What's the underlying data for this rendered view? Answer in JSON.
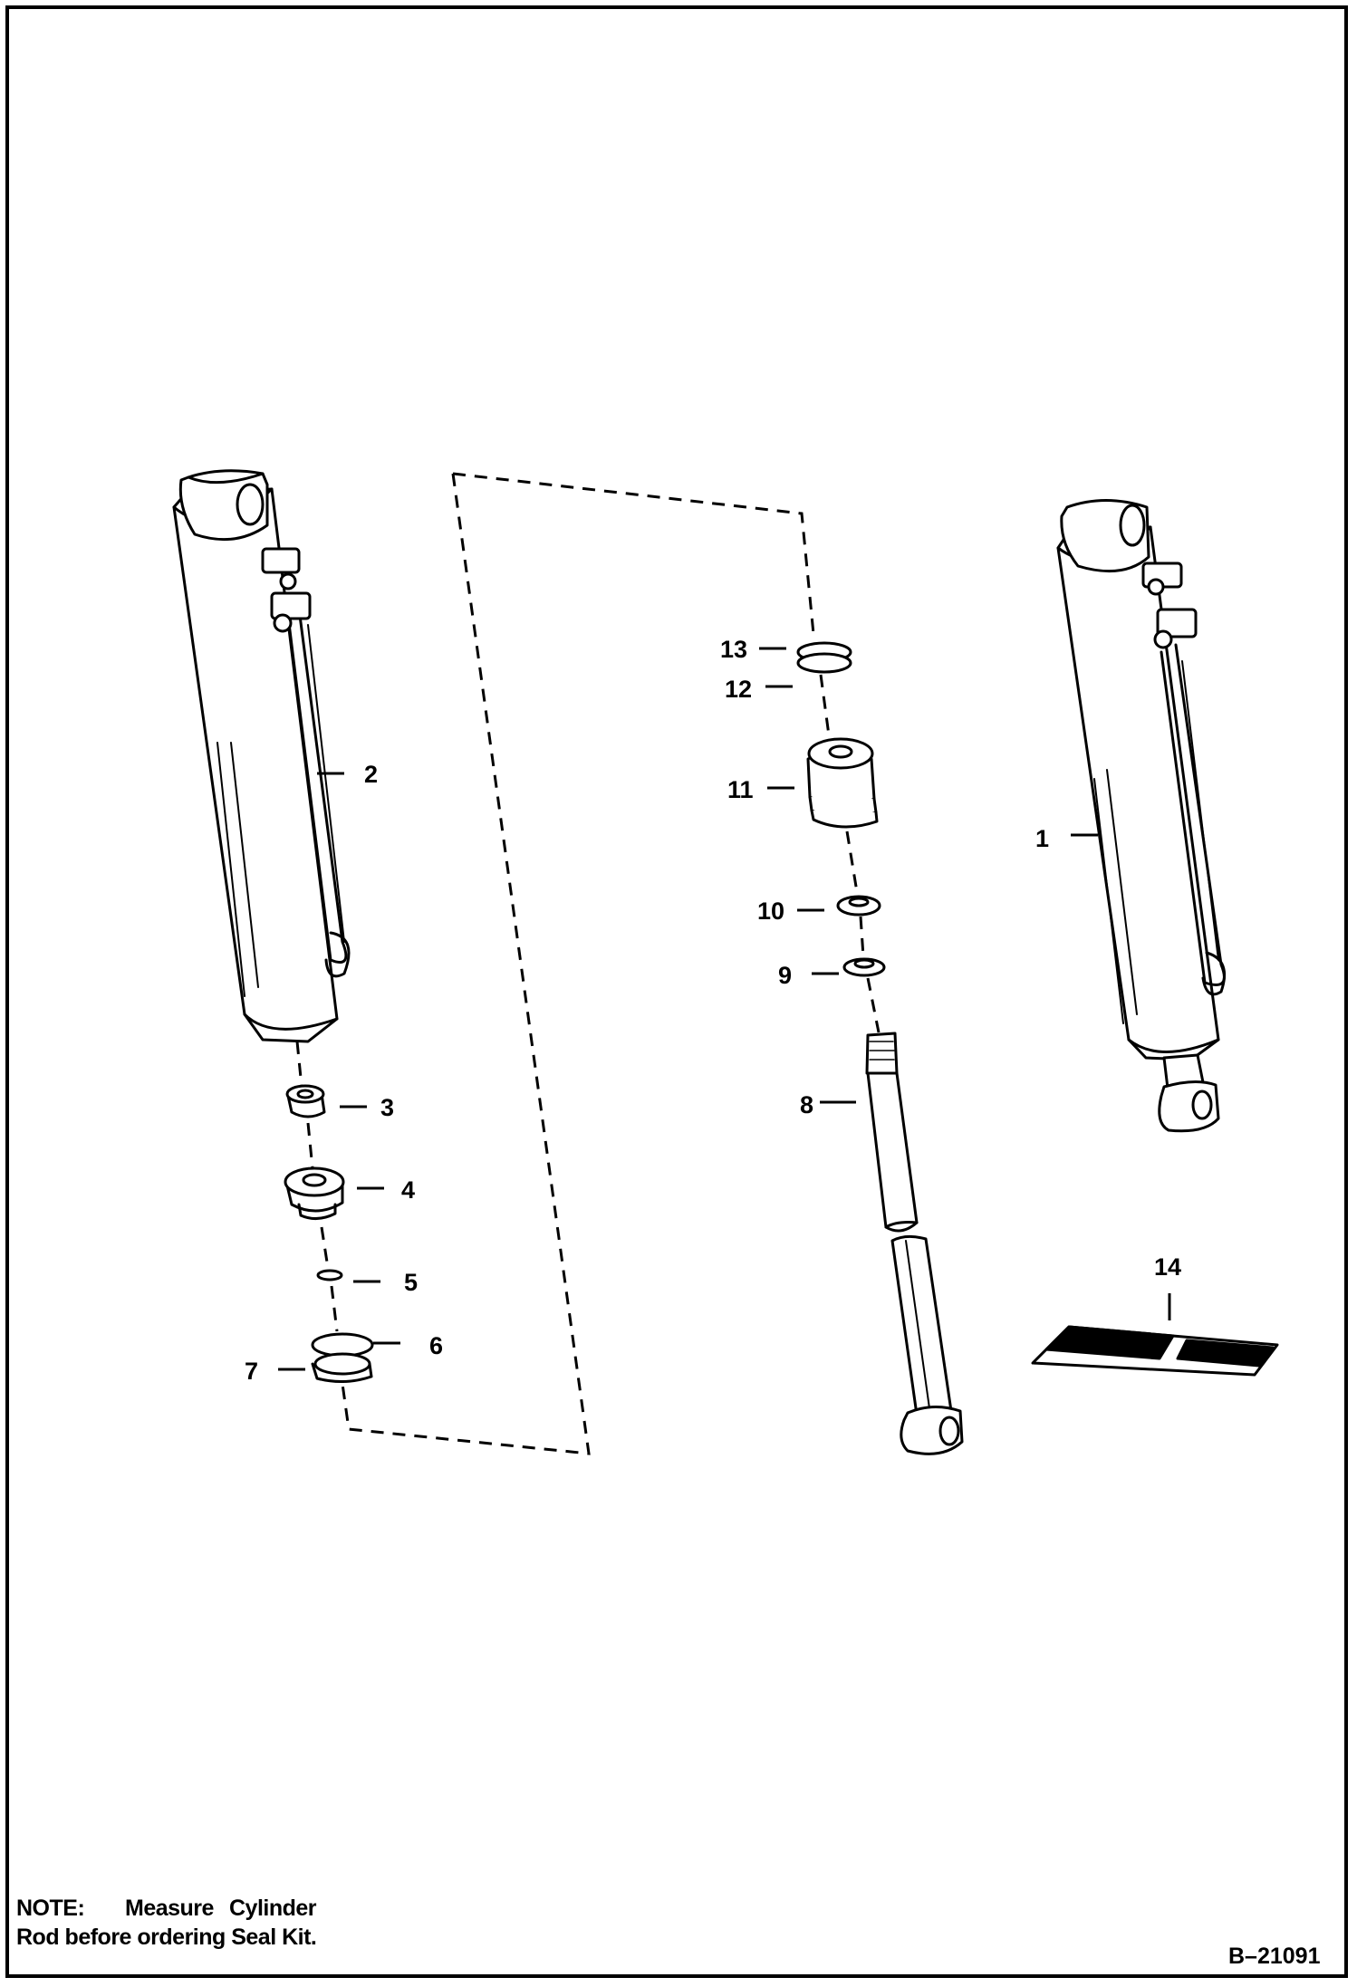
{
  "callouts": {
    "c1": "1",
    "c2": "2",
    "c3": "3",
    "c4": "4",
    "c5": "5",
    "c6": "6",
    "c7": "7",
    "c8": "8",
    "c9": "9",
    "c10": "10",
    "c11": "11",
    "c12": "12",
    "c13": "13",
    "c14": "14"
  },
  "note": {
    "label": "NOTE:",
    "word1": "Measure",
    "word2": "Cylinder",
    "line2": "Rod before ordering Seal Kit."
  },
  "figure_id": "B–21091"
}
